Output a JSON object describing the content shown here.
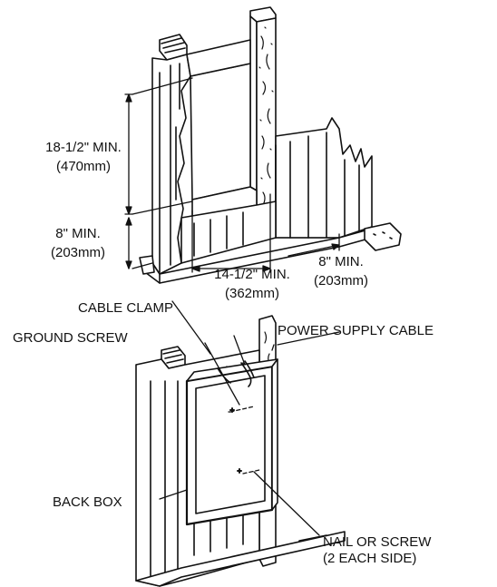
{
  "top_diagram": {
    "dim_height_upper": "18-1/2\" MIN.",
    "dim_height_upper_mm": "(470mm)",
    "dim_height_lower": "8\" MIN.",
    "dim_height_lower_mm": "(203mm)",
    "dim_width_opening": "14-1/2\" MIN.",
    "dim_width_opening_mm": "(362mm)",
    "dim_width_right": "8\" MIN.",
    "dim_width_right_mm": "(203mm)"
  },
  "bottom_diagram": {
    "cable_clamp": "CABLE CLAMP",
    "ground_screw": "GROUND SCREW",
    "power_supply_cable": "POWER SUPPLY CABLE",
    "back_box": "BACK BOX",
    "nail_or_screw": "NAIL OR SCREW",
    "nail_or_screw_note": "(2 EACH SIDE)"
  },
  "colors": {
    "ink": "#111111",
    "paper": "#ffffff"
  }
}
